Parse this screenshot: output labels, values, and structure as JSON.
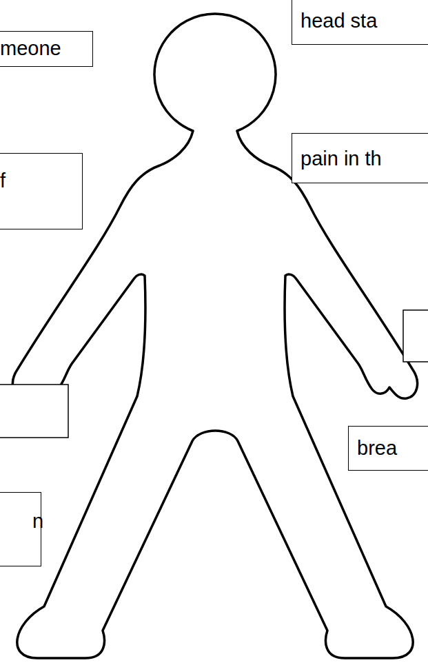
{
  "diagram": {
    "nodes": [
      {
        "text": [
          "head sta"
        ]
      },
      {
        "text": [
          "meone"
        ]
      },
      {
        "text": [
          "pain in th"
        ]
      },
      {
        "text": [
          "f"
        ]
      },
      {
        "text": [
          "brea"
        ]
      },
      {
        "text": [
          "n"
        ]
      }
    ]
  }
}
